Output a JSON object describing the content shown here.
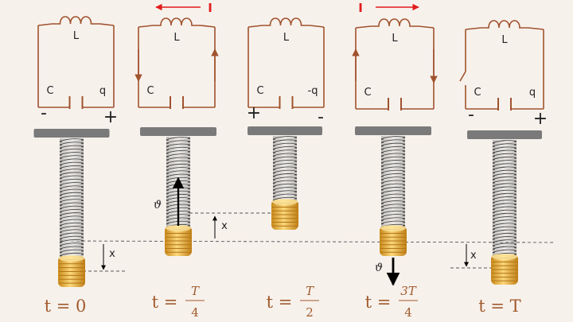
{
  "panels": [
    {
      "inductor": "L",
      "cap": "C",
      "charge": "q",
      "left_sign": "-",
      "right_sign": "+",
      "current": "",
      "time": {
        "text": "t = 0",
        "frac": null
      }
    },
    {
      "inductor": "L",
      "cap": "C",
      "charge": "",
      "left_sign": "",
      "right_sign": "",
      "current": "I",
      "velocity": "ϑ",
      "disp": "x",
      "time": {
        "text": "t =",
        "num": "T",
        "den": "4"
      }
    },
    {
      "inductor": "L",
      "cap": "C",
      "charge": "-q",
      "left_sign": "+",
      "right_sign": "-",
      "current": "",
      "time": {
        "text": "t =",
        "num": "T",
        "den": "2"
      }
    },
    {
      "inductor": "L",
      "cap": "C",
      "charge": "",
      "left_sign": "",
      "right_sign": "",
      "current": "I",
      "velocity": "ϑ",
      "time": {
        "text": "t =",
        "num": "3T",
        "den": "4"
      }
    },
    {
      "inductor": "L",
      "cap": "C",
      "charge": "q",
      "left_sign": "-",
      "right_sign": "+",
      "current": "",
      "disp": "x",
      "time": {
        "text": "t = T",
        "frac": null
      }
    }
  ],
  "first_disp": "x",
  "colors": {
    "wire": "#a0522d",
    "arrow": "#e21b1b",
    "plate": "#7a7a7a",
    "mass": "#e2a83a"
  }
}
